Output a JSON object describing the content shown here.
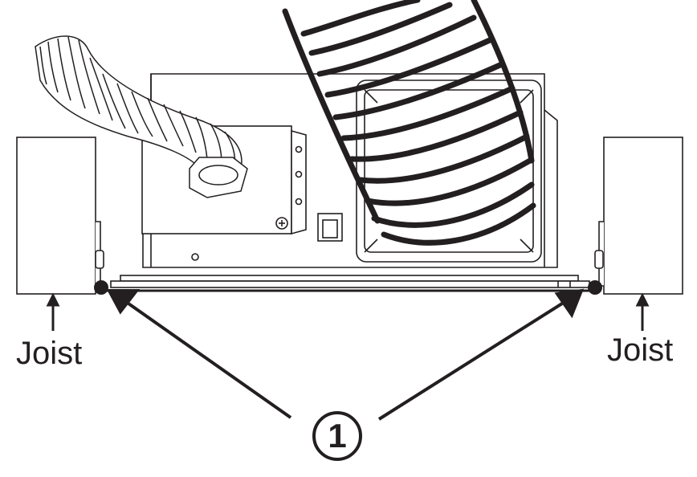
{
  "labels": {
    "joist_left": "Joist",
    "joist_right": "Joist",
    "callout": "1"
  },
  "colors": {
    "line": "#231f20",
    "background": "#ffffff"
  }
}
